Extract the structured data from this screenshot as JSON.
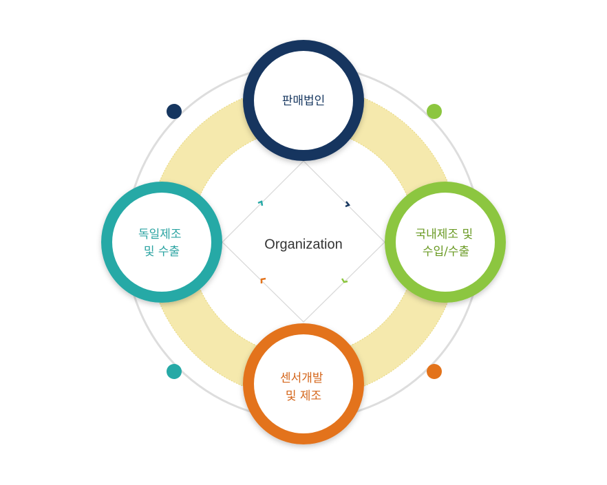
{
  "center": {
    "label": "Organization"
  },
  "nodes": [
    {
      "id": "top",
      "lines": [
        "판매법인"
      ],
      "color": "#16365f",
      "text_color": "#16365f"
    },
    {
      "id": "right",
      "lines": [
        "국내제조 및",
        "수입/수출"
      ],
      "color": "#8cc63f",
      "text_color": "#6a9a24"
    },
    {
      "id": "bottom",
      "lines": [
        "센서개발",
        "및 제조"
      ],
      "color": "#e3731b",
      "text_color": "#d4651a"
    },
    {
      "id": "left",
      "lines": [
        "독일제조",
        "및 수출"
      ],
      "color": "#26a9a6",
      "text_color": "#2aa3a1"
    }
  ],
  "colors": {
    "ring": "#f5e9ad",
    "orbit": "#dddddd",
    "diamond": "#d9d9d9"
  },
  "dots": [
    {
      "id": "top-left",
      "color": "#16365f"
    },
    {
      "id": "top-right",
      "color": "#8cc63f"
    },
    {
      "id": "bottom-left",
      "color": "#26a9a6"
    },
    {
      "id": "bottom-right",
      "color": "#e3731b"
    }
  ]
}
